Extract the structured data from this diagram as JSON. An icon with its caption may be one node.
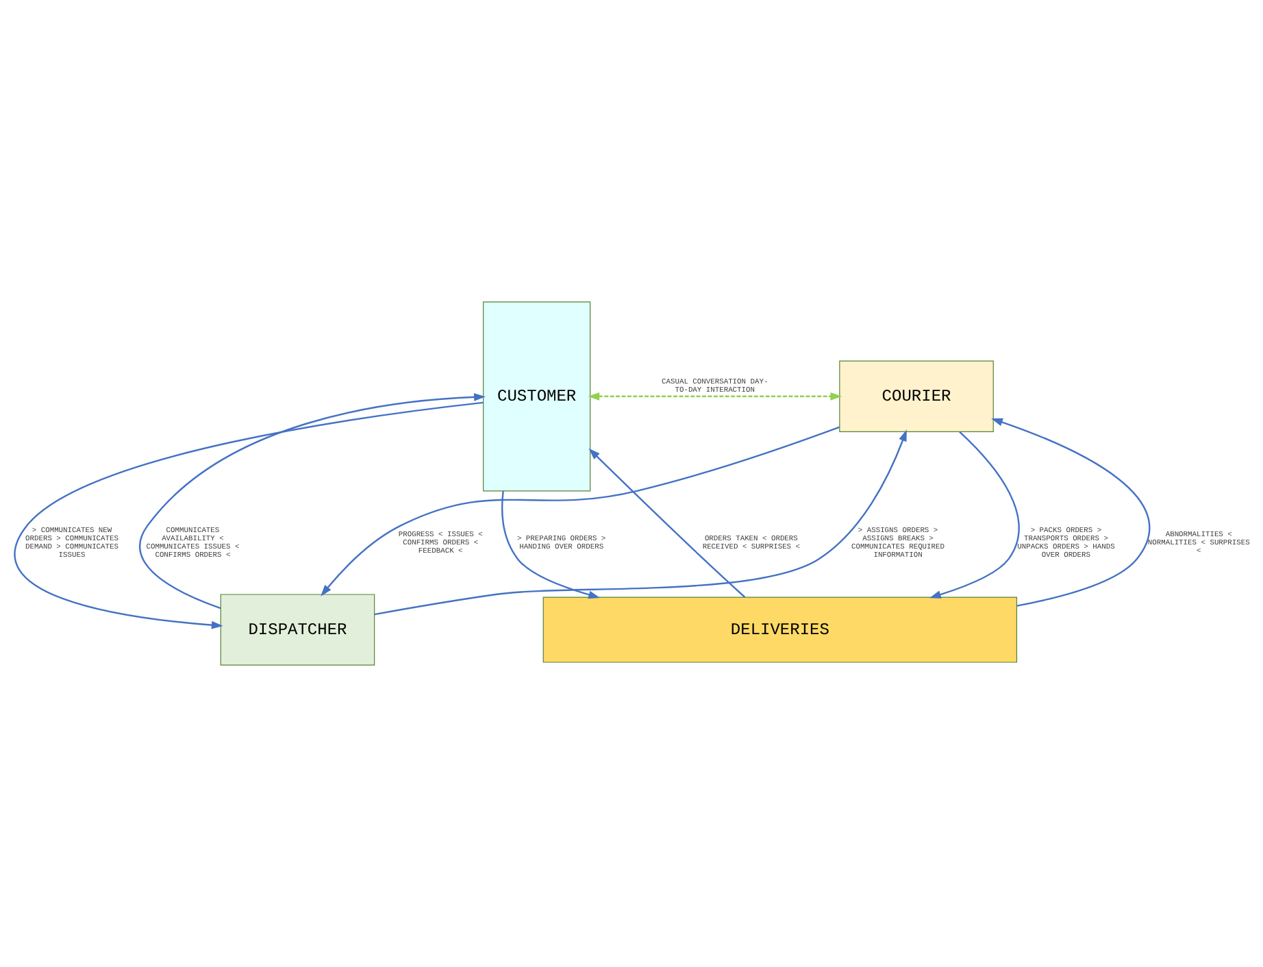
{
  "diagram": {
    "nodes": [
      {
        "text": [
          "CUSTOMER"
        ]
      },
      {
        "text": [
          "DISPATCHER"
        ]
      },
      {
        "text": [
          "COURIER"
        ]
      },
      {
        "text": [
          "DELIVERIES"
        ]
      }
    ],
    "edges": [
      {
        "from": 1,
        "to": 0,
        "arrow": "to",
        "label": "COMMUNICATES AVAILABILITY < COMMUNICATES ISSUES < CONFIRMS ORDERS <"
      },
      {
        "from": 0,
        "to": 1,
        "arrow": "to",
        "label": "> COMMUNICATES NEW ORDERS > COMMUNICATES DEMAND > COMMUNICATES ISSUES"
      },
      {
        "from": 1,
        "to": 2,
        "arrow": "to",
        "label": "> ASSIGNS ORDERS > ASSIGNS BREAKS > COMMUNICATES REQUIRED INFORMATION"
      },
      {
        "from": 2,
        "to": 1,
        "arrow": "to",
        "label": "PROGRESS < ISSUES < CONFIRMS ORDERS < FEEDBACK <"
      },
      {
        "from": 0,
        "to": 2,
        "arrow": "both",
        "style": "dashed",
        "color": "#92d050",
        "label": "CASUAL CONVERSATION DAY-TO-DAY INTERACTION"
      },
      {
        "from": 0,
        "to": 3,
        "arrow": "to",
        "label": "> PREPARING ORDERS > HANDING OVER ORDERS"
      },
      {
        "from": 3,
        "to": 0,
        "arrow": "to",
        "label": "ORDERS TAKEN < ORDERS RECEIVED < SURPRISES <"
      },
      {
        "from": 2,
        "to": 3,
        "arrow": "to",
        "label": "> PACKS ORDERS > TRANSPORTS ORDERS > UNPACKS ORDERS > HANDS OVER ORDERS"
      },
      {
        "from": 3,
        "to": 2,
        "arrow": "to",
        "label": "ABNORMALITIES < NORMALITIES < SURPRISES <"
      }
    ]
  }
}
